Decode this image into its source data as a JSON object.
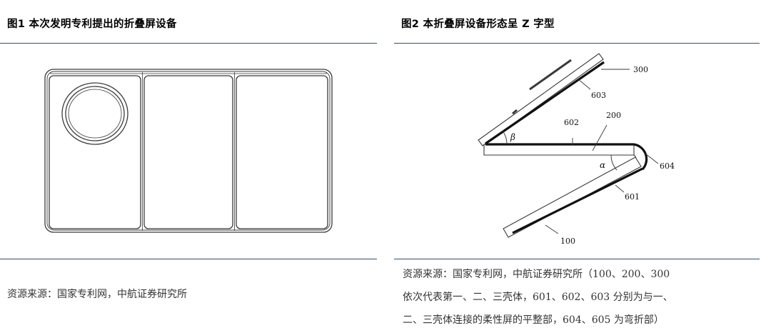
{
  "figure1": {
    "title": "图1 本次发明专利提出的折叠屏设备",
    "source": "资源来源：国家专利网，中航证券研究所"
  },
  "figure2": {
    "title": "图2 本折叠屏设备形态呈 Z 字型",
    "labels": {
      "l300": "300",
      "l603": "603",
      "l200": "200",
      "l602": "602",
      "beta": "β",
      "alpha": "α",
      "l604": "604",
      "l601": "601",
      "l100": "100"
    },
    "source_lines": [
      "资源来源：国家专利网，中航证券研究所（100、200、300",
      "依次代表第一、二、三壳体，601、602、603 分别为与一、",
      "二、三壳体连接的柔性屏的平整部，604、605 为弯折部）"
    ]
  },
  "colors": {
    "rule": "#2d4f7c",
    "drawing": "#3a3a3a"
  }
}
